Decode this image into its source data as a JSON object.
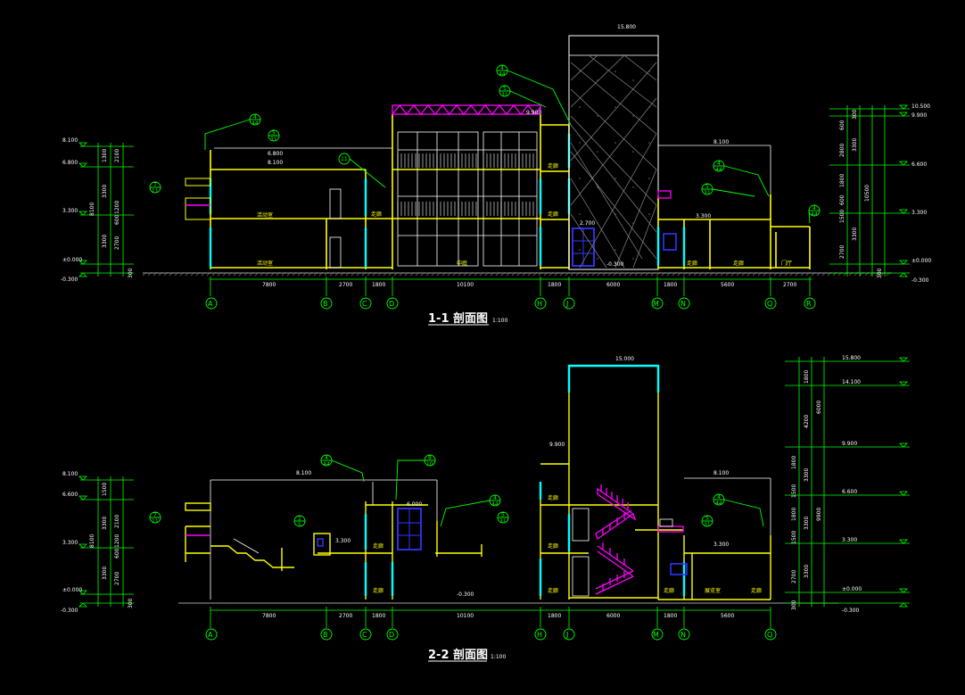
{
  "section1": {
    "title": "1-1 剖面图",
    "scale": "1:100",
    "grid_labels": [
      "A",
      "B",
      "C",
      "D",
      "H",
      "J",
      "M",
      "N",
      "Q",
      "R"
    ],
    "dims": [
      "7800",
      "2700",
      "1800",
      "10100",
      "1800",
      "6000",
      "1800",
      "5600",
      "2700"
    ],
    "elev_left": [
      "8.100",
      "6.800",
      "3.300",
      "±0.000",
      "-0.300"
    ],
    "elev_right": [
      "10.500",
      "9.900",
      "6.600",
      "3.300",
      "±0.000",
      "-0.300"
    ],
    "elev_labels": [
      "8.100",
      "6.800",
      "15.800",
      "9.900",
      "2.700",
      "8.100",
      "3.300",
      "-0.300"
    ],
    "vdims_left": [
      "1300",
      "3300",
      "2100",
      "1200",
      "600",
      "2700",
      "3300",
      "8100",
      "300"
    ],
    "vdims_right": [
      "300",
      "600",
      "3300",
      "2800",
      "1800",
      "600",
      "3300",
      "1500",
      "2700",
      "300",
      "10500"
    ],
    "rooms": [
      "活动室",
      "活动室",
      "走廊",
      "中庭",
      "走廊",
      "走廊",
      "走廊",
      "走廊",
      "门厅"
    ],
    "callouts": [
      {
        "num": "4",
        "sheet": "44"
      },
      {
        "num": "5",
        "sheet": "31"
      },
      {
        "num": "7",
        "sheet": "11"
      },
      {
        "num": "11",
        "sheet": ""
      },
      {
        "num": "4",
        "sheet": "44"
      },
      {
        "num": "5",
        "sheet": "31"
      },
      {
        "num": "4",
        "sheet": "44"
      },
      {
        "num": "5",
        "sheet": "31"
      },
      {
        "num": "4",
        "sheet": "44"
      }
    ]
  },
  "section2": {
    "title": "2-2 剖面图",
    "scale": "1:100",
    "grid_labels": [
      "A",
      "B",
      "C",
      "D",
      "H",
      "J",
      "M",
      "N",
      "Q"
    ],
    "dims": [
      "7800",
      "2700",
      "1800",
      "10100",
      "1800",
      "6000",
      "1800",
      "5600"
    ],
    "elev_left": [
      "8.100",
      "6.600",
      "3.300",
      "±0.000",
      "-0.300"
    ],
    "elev_right": [
      "15.800",
      "14.100",
      "9.900",
      "6.600",
      "3.300",
      "±0.000",
      "-0.300"
    ],
    "elev_labels": [
      "8.100",
      "15.000",
      "9.900",
      "6.000",
      "3.300",
      "-0.300",
      "8.100",
      "3.300"
    ],
    "vdims_left": [
      "1500",
      "3300",
      "2100",
      "1200",
      "600",
      "3300",
      "2700",
      "8100",
      "300"
    ],
    "vdims_right": [
      "1800",
      "4200",
      "6000",
      "1800",
      "3300",
      "1500",
      "1800",
      "3300",
      "9900",
      "1500",
      "3300",
      "2700",
      "300"
    ],
    "rooms": [
      "走廊",
      "走廊",
      "走廊",
      "走廊",
      "走廊",
      "走廊",
      "展览室",
      "走廊"
    ],
    "callouts": [
      {
        "num": "4",
        "sheet": "44"
      },
      {
        "num": "8",
        "sheet": "10"
      },
      {
        "num": "7",
        "sheet": "11"
      },
      {
        "num": "1",
        "sheet": "5"
      },
      {
        "num": "4",
        "sheet": "44"
      },
      {
        "num": "5",
        "sheet": "31"
      },
      {
        "num": "4",
        "sheet": "44"
      },
      {
        "num": "5",
        "sheet": "31"
      }
    ]
  },
  "colors": {
    "background": "#000000",
    "wall": "#ffff00",
    "dimension": "#00ff00",
    "glass": "#00ffff",
    "accent": "#ff00ff",
    "window_blue": "#3333ff",
    "text": "#ffffff"
  }
}
